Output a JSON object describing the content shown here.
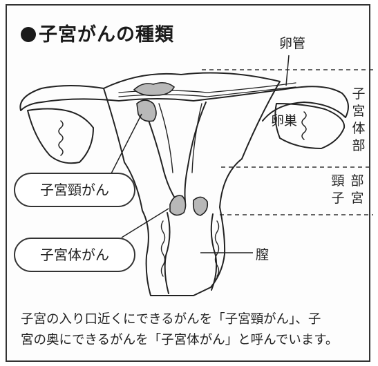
{
  "title": "子宮がんの種類",
  "labels": {
    "fallopian_tube": "卵管",
    "ovary": "卵巣",
    "vagina": "膣"
  },
  "regions": {
    "uterine_body": "子宮体部",
    "cervix_top": "頸子",
    "cervix_bottom": "部宮"
  },
  "cancer_types": {
    "cervical": "子宮頸がん",
    "endometrial": "子宮体がん"
  },
  "caption": {
    "line1": "子宮の入り口近くにできるがんを「子宮頸がん」、子",
    "line2": "宮の奥にできるがんを「子宮体がん」と呼んでいます。"
  }
}
